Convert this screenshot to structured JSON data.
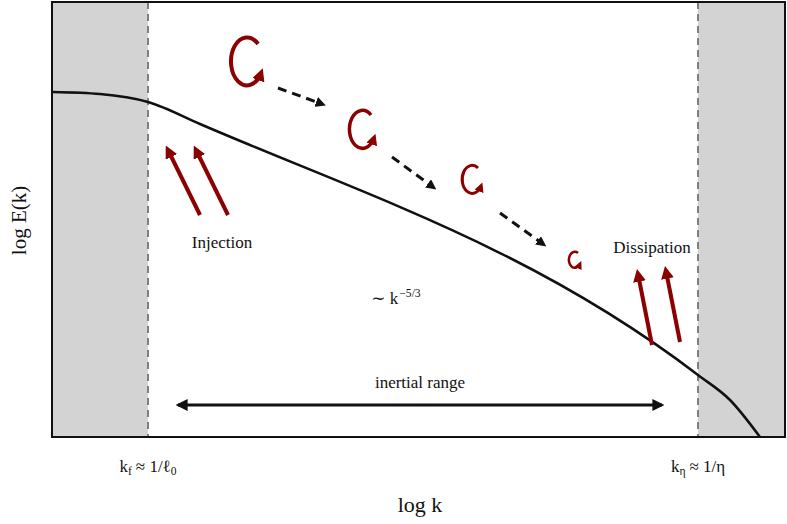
{
  "diagram": {
    "labels": [
      "Injection",
      "Dissipation",
      "∼ k",
      "−5/3",
      "inertial range",
      "k",
      "f",
      "≈ 1/ℓ",
      "0",
      "k",
      "η",
      "≈ 1/η",
      "log k",
      "log E(k)"
    ]
  }
}
